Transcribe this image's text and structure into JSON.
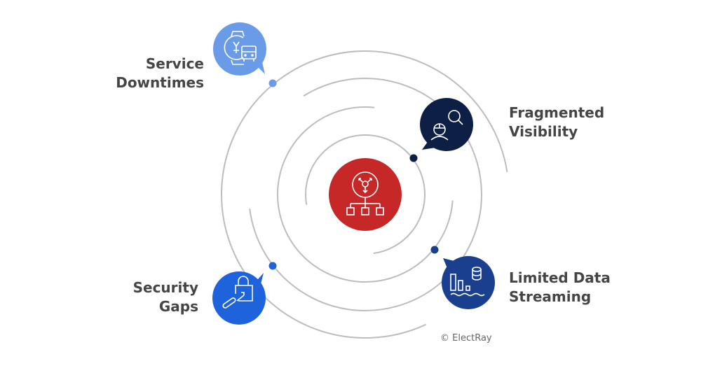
{
  "items": [
    {
      "line1": "Service",
      "line2": "Downtimes",
      "icon": "watch-bus-icon",
      "color": "#6a9be8"
    },
    {
      "line1": "Fragmented",
      "line2": "Visibility",
      "icon": "worker-search-icon",
      "color": "#0e1f45"
    },
    {
      "line1": "Limited Data",
      "line2": "Streaming",
      "icon": "data-stream-icon",
      "color": "#1a3f8f"
    },
    {
      "line1": "Security",
      "line2": "Gaps",
      "icon": "unlocked-padlock-icon",
      "color": "#1f63dc"
    }
  ],
  "center": {
    "icon": "network-hierarchy-icon",
    "color": "#c62828"
  },
  "copyright": "© ElectRay"
}
